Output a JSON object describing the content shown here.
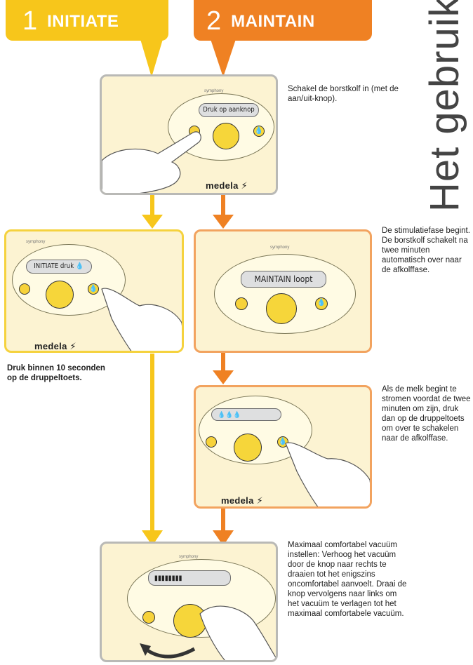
{
  "banners": {
    "initiate": {
      "number": "1",
      "label": "INITIATE",
      "color": "#f7c61b"
    },
    "maintain": {
      "number": "2",
      "label": "MAINTAIN",
      "color": "#ef8123"
    }
  },
  "side_title": "Het gebruik",
  "device": {
    "brand_small": "symphony",
    "brand_logo": "medela ⚡"
  },
  "screens": {
    "s1": "Druk op aanknop",
    "s2": "INITIATE druk 💧",
    "s3": "MAINTAIN loopt",
    "s4": "💧💧💧",
    "s5": "▮▮▮▮▮▮▮▮"
  },
  "captions": {
    "c1": "Schakel de borstkolf in (met de aan/uit-knop).",
    "c2": "Druk binnen 10 seconden op de druppeltoets.",
    "c3": "De stimulatiefase begint. De borstkolf schakelt na twee minuten automatisch over naar de afkolffase.",
    "c4": "Als de melk begint te stromen voordat de twee minuten om zijn, druk dan op de druppeltoets om over te schakelen naar de afkolffase.",
    "c5": "Maximaal comfortabel vacuüm instellen: Verhoog het vacuüm door de knop naar rechts te draaien tot het enigszins oncomfortabel aanvoelt. Draai de knop vervolgens naar links om het vacuüm te verlagen tot het maximaal comfortabele vacuüm."
  },
  "colors": {
    "yellow": "#f7c61b",
    "orange": "#ef8123",
    "panel_bg": "#fcf3d2"
  }
}
